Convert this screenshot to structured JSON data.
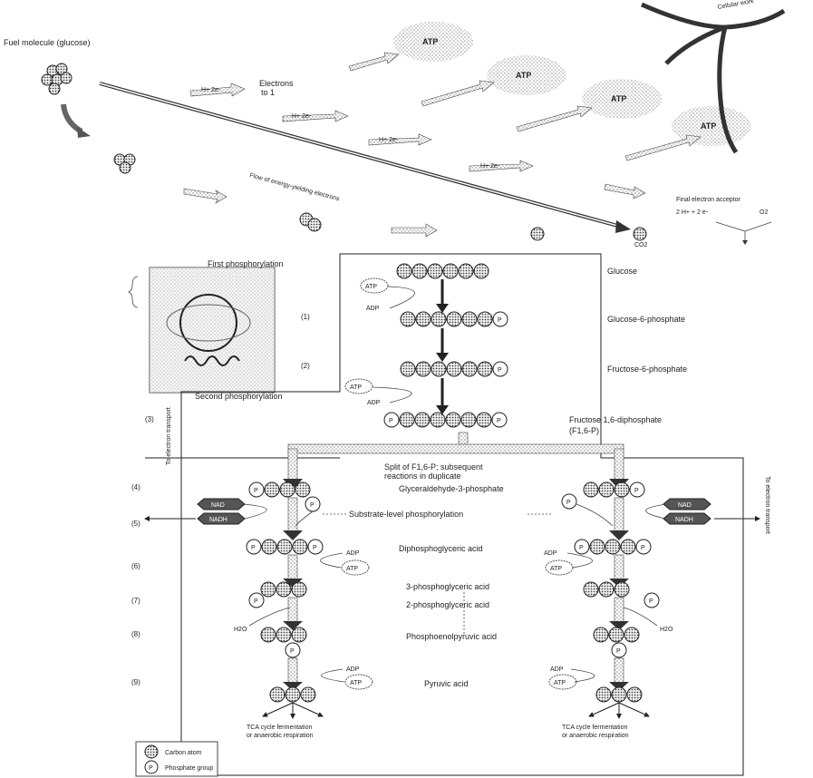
{
  "top": {
    "fuel_label": "Fuel molecule (glucose)",
    "electrons_label": "Electrons\nto 1",
    "flow_label": "Flow of energy-yielding electrons",
    "cellular_work": "Cellular work",
    "final_acceptor_label": "Final electron acceptor",
    "final_acceptor_eq": "2 H+ + 2 e-",
    "o2": "O2",
    "co2": "CO2",
    "hydrogen": "H+ 2e-",
    "atp": "ATP"
  },
  "pathway": {
    "first_phos": "First phosphorylation",
    "second_phos": "Second phosphorylation",
    "atp": "ATP",
    "adp": "ADP",
    "p": "P",
    "glucose": "Glucose",
    "g6p": "Glucose-6-phosphate",
    "f6p": "Fructose-6-phosphate",
    "f16p": "Fructose 1,6-diphosphate",
    "f16p_abbr": "(F1,6-P)",
    "split_label_1": "Split of F1,6-P; subsequent",
    "split_label_2": "reactions in duplicate",
    "gap": "Glyceraldehyde-3-phosphate",
    "substrate_phos": "Substrate-level phosphorylation",
    "dpga": "Diphosphoglyceric acid",
    "pga3": "3-phosphoglyceric acid",
    "pga2": "2-phosphoglyceric acid",
    "pep": "Phosphoenolpyruvic acid",
    "pyruvic": "Pyruvic acid",
    "h2o": "H2O",
    "nad": "NAD",
    "nadh": "NADH",
    "side_left": "To electron transport",
    "side_right": "To electron transport",
    "tca_1": "TCA cycle fermentation",
    "tca_2": "or anaerobic respiration"
  },
  "steps": [
    "(1)",
    "(2)",
    "(3)",
    "(4)",
    "(5)",
    "(6)",
    "(7)",
    "(8)",
    "(9)"
  ],
  "legend": {
    "carbon": "Carbon atom",
    "phosphate": "Phosphate group"
  }
}
